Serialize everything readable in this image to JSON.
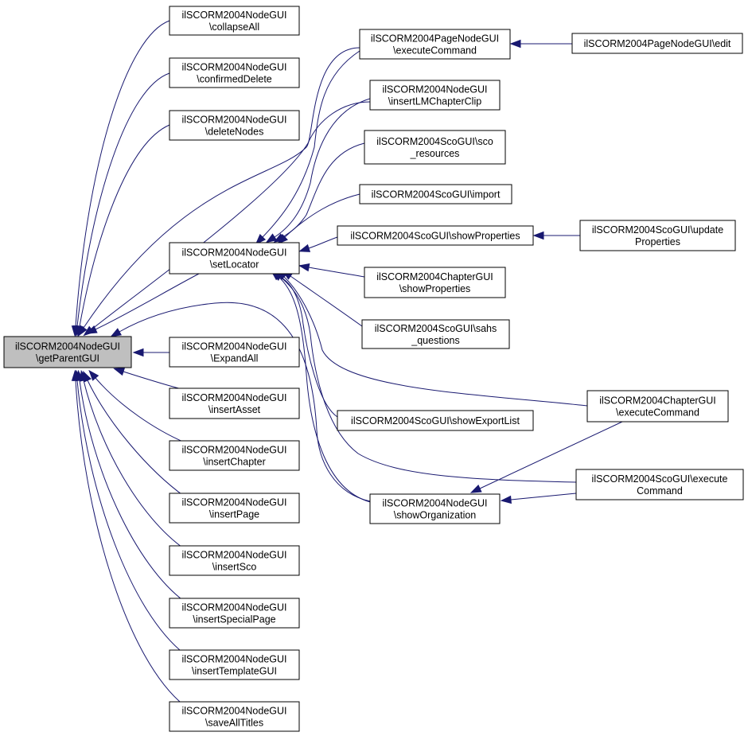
{
  "nodes": [
    {
      "id": "root",
      "lines": [
        "ilSCORM2004NodeGUI",
        "\\getParentGUI"
      ],
      "root": true
    },
    {
      "id": "collapseAll",
      "lines": [
        "ilSCORM2004NodeGUI",
        "\\collapseAll"
      ]
    },
    {
      "id": "confirmedDelete",
      "lines": [
        "ilSCORM2004NodeGUI",
        "\\confirmedDelete"
      ]
    },
    {
      "id": "deleteNodes",
      "lines": [
        "ilSCORM2004NodeGUI",
        "\\deleteNodes"
      ]
    },
    {
      "id": "setLocator",
      "lines": [
        "ilSCORM2004NodeGUI",
        "\\setLocator"
      ]
    },
    {
      "id": "expandAll",
      "lines": [
        "ilSCORM2004NodeGUI",
        "\\ExpandAll"
      ]
    },
    {
      "id": "insertAsset",
      "lines": [
        "ilSCORM2004NodeGUI",
        "\\insertAsset"
      ]
    },
    {
      "id": "insertChapter",
      "lines": [
        "ilSCORM2004NodeGUI",
        "\\insertChapter"
      ]
    },
    {
      "id": "insertPage",
      "lines": [
        "ilSCORM2004NodeGUI",
        "\\insertPage"
      ]
    },
    {
      "id": "insertSco",
      "lines": [
        "ilSCORM2004NodeGUI",
        "\\insertSco"
      ]
    },
    {
      "id": "insertSpecialPage",
      "lines": [
        "ilSCORM2004NodeGUI",
        "\\insertSpecialPage"
      ]
    },
    {
      "id": "insertTemplateGUI",
      "lines": [
        "ilSCORM2004NodeGUI",
        "\\insertTemplateGUI"
      ]
    },
    {
      "id": "saveAllTitles",
      "lines": [
        "ilSCORM2004NodeGUI",
        "\\saveAllTitles"
      ]
    },
    {
      "id": "pageExecuteCommand",
      "lines": [
        "ilSCORM2004PageNodeGUI",
        "\\executeCommand"
      ]
    },
    {
      "id": "insertLMChapterClip",
      "lines": [
        "ilSCORM2004NodeGUI",
        "\\insertLMChapterClip"
      ]
    },
    {
      "id": "scoResources",
      "lines": [
        "ilSCORM2004ScoGUI\\sco",
        "_resources"
      ]
    },
    {
      "id": "scoImport",
      "lines": [
        "ilSCORM2004ScoGUI\\import"
      ]
    },
    {
      "id": "scoShowProperties",
      "lines": [
        "ilSCORM2004ScoGUI\\showProperties"
      ]
    },
    {
      "id": "chapterShowProperties",
      "lines": [
        "ilSCORM2004ChapterGUI",
        "\\showProperties"
      ]
    },
    {
      "id": "sahsQuestions",
      "lines": [
        "ilSCORM2004ScoGUI\\sahs",
        "_questions"
      ]
    },
    {
      "id": "showExportList",
      "lines": [
        "ilSCORM2004ScoGUI\\showExportList"
      ]
    },
    {
      "id": "showOrganization",
      "lines": [
        "ilSCORM2004NodeGUI",
        "\\showOrganization"
      ]
    },
    {
      "id": "pageEdit",
      "lines": [
        "ilSCORM2004PageNodeGUI\\edit"
      ]
    },
    {
      "id": "updateProperties",
      "lines": [
        "ilSCORM2004ScoGUI\\update",
        "Properties"
      ]
    },
    {
      "id": "chapterExecuteCommand",
      "lines": [
        "ilSCORM2004ChapterGUI",
        "\\executeCommand"
      ]
    },
    {
      "id": "scoExecuteCommand",
      "lines": [
        "ilSCORM2004ScoGUI\\execute",
        "Command"
      ]
    }
  ],
  "edges": [
    {
      "from": "collapseAll",
      "to": "root"
    },
    {
      "from": "confirmedDelete",
      "to": "root"
    },
    {
      "from": "deleteNodes",
      "to": "root"
    },
    {
      "from": "setLocator",
      "to": "root"
    },
    {
      "from": "expandAll",
      "to": "root"
    },
    {
      "from": "insertAsset",
      "to": "root"
    },
    {
      "from": "insertChapter",
      "to": "root"
    },
    {
      "from": "insertPage",
      "to": "root"
    },
    {
      "from": "insertSco",
      "to": "root"
    },
    {
      "from": "insertSpecialPage",
      "to": "root"
    },
    {
      "from": "insertTemplateGUI",
      "to": "root"
    },
    {
      "from": "saveAllTitles",
      "to": "root"
    },
    {
      "from": "pageExecuteCommand",
      "to": "root"
    },
    {
      "from": "insertLMChapterClip",
      "to": "root"
    },
    {
      "from": "showOrganization",
      "to": "root"
    },
    {
      "from": "pageExecuteCommand",
      "to": "setLocator"
    },
    {
      "from": "insertLMChapterClip",
      "to": "setLocator"
    },
    {
      "from": "scoResources",
      "to": "setLocator"
    },
    {
      "from": "scoImport",
      "to": "setLocator"
    },
    {
      "from": "scoShowProperties",
      "to": "setLocator"
    },
    {
      "from": "chapterShowProperties",
      "to": "setLocator"
    },
    {
      "from": "sahsQuestions",
      "to": "setLocator"
    },
    {
      "from": "showExportList",
      "to": "setLocator"
    },
    {
      "from": "showOrganization",
      "to": "setLocator"
    },
    {
      "from": "chapterExecuteCommand",
      "to": "setLocator"
    },
    {
      "from": "scoExecuteCommand",
      "to": "setLocator"
    },
    {
      "from": "pageEdit",
      "to": "pageExecuteCommand"
    },
    {
      "from": "updateProperties",
      "to": "scoShowProperties"
    },
    {
      "from": "chapterExecuteCommand",
      "to": "showOrganization"
    },
    {
      "from": "scoExecuteCommand",
      "to": "showOrganization"
    }
  ],
  "colors": {
    "edge": "#191970",
    "root_fill": "#bfbfbf",
    "node_fill": "#ffffff",
    "border": "#000000"
  }
}
